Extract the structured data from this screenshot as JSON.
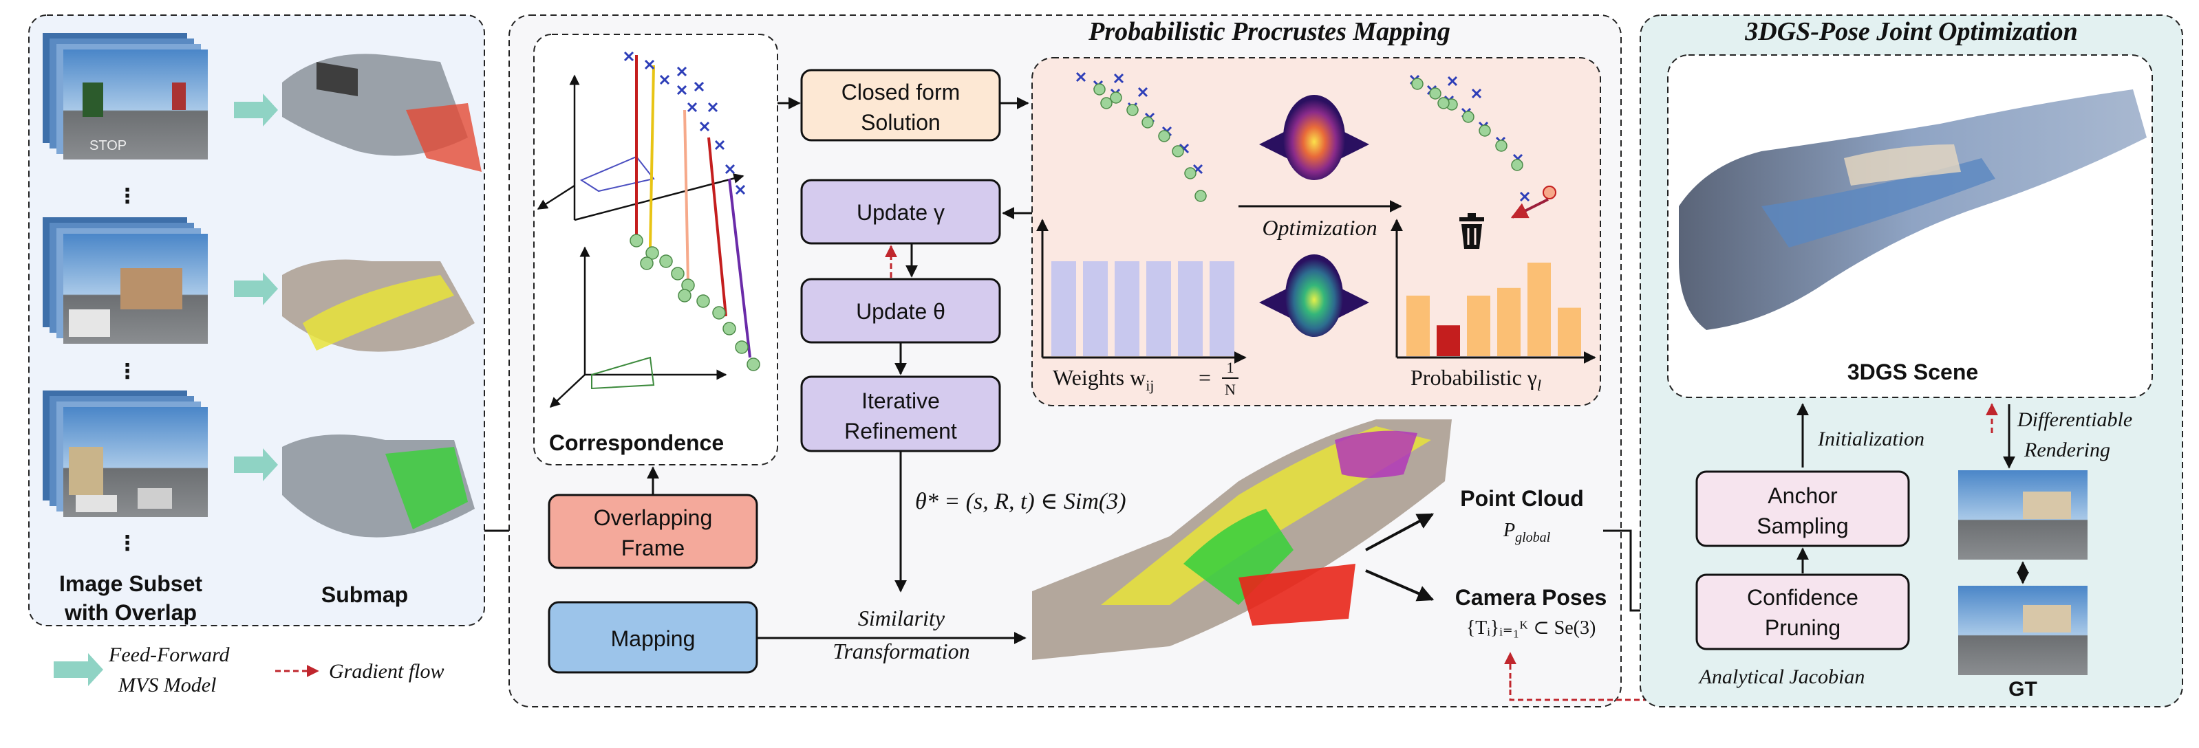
{
  "left_panel": {
    "image_subset_label": [
      "Image Subset",
      "with Overlap"
    ],
    "submap_label": "Submap",
    "dots": "⋮"
  },
  "middle_panel": {
    "title": "Probabilistic Procrustes Mapping",
    "correspondence_label": "Correspondence",
    "closed_form_label": [
      "Closed form",
      "Solution"
    ],
    "update_gamma_label": "Update γ",
    "update_theta_label": "Update θ",
    "iterative_refinement_label": [
      "Iterative",
      "Refinement"
    ],
    "overlapping_frame_label": [
      "Overlapping",
      "Frame"
    ],
    "mapping_label": "Mapping",
    "optimization_label": "Optimization",
    "weights_label": "Weights w",
    "weights_sub": "ij",
    "weights_eq": "=",
    "weights_num": "1",
    "weights_den": "N",
    "probabilistic_label": "Probabilistic γ",
    "probabilistic_sub": "l",
    "theta_eq": "θ* = (s, R, t) ∈ Sim(3)",
    "similarity_label": [
      "Similarity",
      "Transformation"
    ],
    "point_cloud_label": "Point Cloud",
    "point_cloud_sub": "P",
    "point_cloud_subsub": "global",
    "camera_poses_label": "Camera Poses",
    "camera_poses_eq": "{Tᵢ}ᵢ₌₁ᴷ ⊂ Se(3)"
  },
  "right_panel": {
    "title": "3DGS-Pose Joint Optimization",
    "scene_label": "3DGS Scene",
    "initialization_label": "Initialization",
    "differentiable_label": [
      "Differentiable",
      "Rendering"
    ],
    "anchor_sampling_label": [
      "Anchor",
      "Sampling"
    ],
    "confidence_pruning_label": [
      "Confidence",
      "Pruning"
    ],
    "analytical_jacobian_label": "Analytical Jacobian",
    "gt_label": "GT"
  },
  "legend": {
    "feed_forward_label": [
      "Feed-Forward",
      "MVS Model"
    ],
    "gradient_flow_label": "Gradient flow"
  },
  "colors": {
    "left_bg": "#eef3fb",
    "middle_bg": "#f7f7f9",
    "right_bg": "#e3f1f1",
    "teal_arrow": "#8fd3c4",
    "box_purple": "#d5cbee",
    "box_orange": "#fde8d4",
    "box_red": "#f4a99b",
    "box_blue": "#9cc4ea",
    "box_pink": "#f6e4ee",
    "gradient": "#c0262d",
    "bar_lavender": "#c8c8ee",
    "bar_orange": "#fbbf74",
    "bar_red": "#c41e1e"
  },
  "chart_data": [
    {
      "type": "bar",
      "values": [
        1,
        1,
        1,
        1,
        1,
        1
      ]
    },
    {
      "type": "bar",
      "values": [
        0.55,
        0.28,
        0.55,
        0.62,
        0.85,
        0.44
      ]
    }
  ]
}
